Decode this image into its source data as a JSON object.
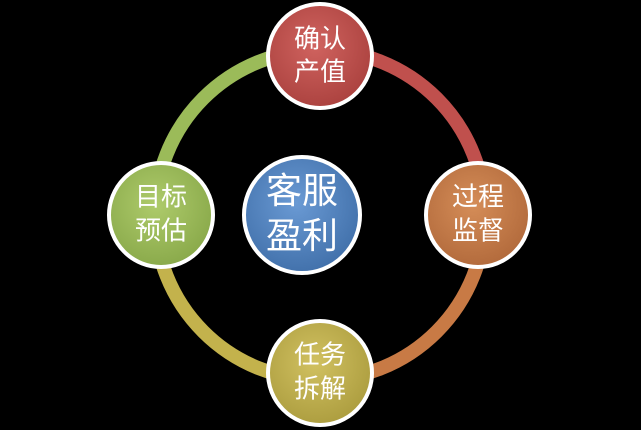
{
  "center": {
    "line1": "客服",
    "line2": "盈利",
    "color": "#4f81bd"
  },
  "nodes": {
    "top": {
      "line1": "确认",
      "line2": "产值",
      "color": "#c0504d"
    },
    "right": {
      "line1": "过程",
      "line2": "监督",
      "color": "#c87a45"
    },
    "bottom": {
      "line1": "任务",
      "line2": "拆解",
      "color": "#c3b24c"
    },
    "left": {
      "line1": "目标",
      "line2": "预估",
      "color": "#9bbb59"
    }
  },
  "ring_colors": {
    "top_right": "#c0504d",
    "right_bottom": "#c87a45",
    "bottom_left": "#c3b24c",
    "left_top": "#9bbb59"
  }
}
